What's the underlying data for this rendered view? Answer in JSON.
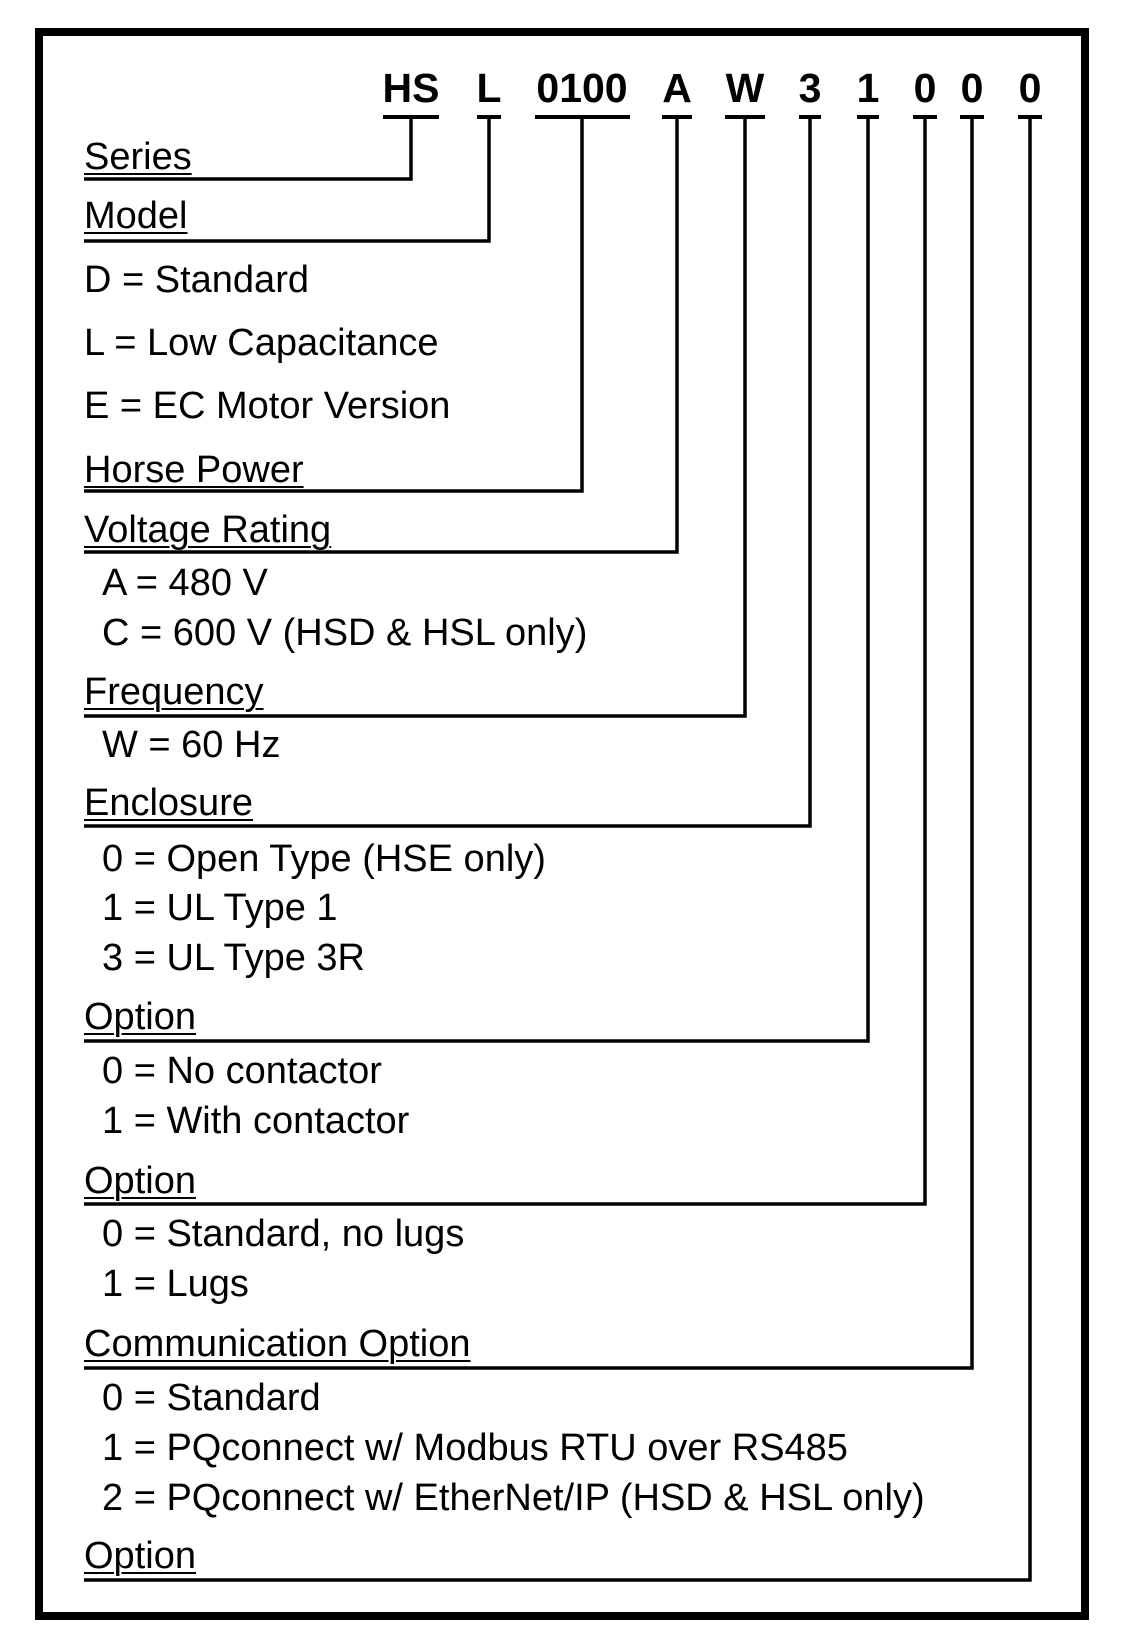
{
  "code": [
    "HS",
    "L",
    "0100",
    "A",
    "W",
    "3",
    "1",
    "0",
    "0",
    "0"
  ],
  "fields": [
    {
      "heading": "Series",
      "options": []
    },
    {
      "heading": "Model",
      "options": [
        "D = Standard",
        "L = Low Capacitance",
        "E = EC Motor Version"
      ]
    },
    {
      "heading": "Horse Power",
      "options": []
    },
    {
      "heading": "Voltage Rating",
      "options": [
        "A = 480 V",
        "C = 600 V (HSD & HSL only)"
      ]
    },
    {
      "heading": "Frequency",
      "options": [
        "W = 60 Hz"
      ]
    },
    {
      "heading": "Enclosure",
      "options": [
        "0 = Open Type (HSE only)",
        "1 = UL Type 1",
        "3 = UL Type 3R"
      ]
    },
    {
      "heading": "Option",
      "options": [
        "0 = No contactor",
        "1 = With contactor"
      ]
    },
    {
      "heading": "Option",
      "options": [
        "0 = Standard, no lugs",
        "1 = Lugs"
      ]
    },
    {
      "heading": "Communication Option",
      "options": [
        "0 = Standard",
        "1 = PQconnect w/ Modbus RTU over RS485",
        "2 = PQconnect w/ EtherNet/IP (HSD & HSL only)"
      ]
    },
    {
      "heading": "Option",
      "options": []
    }
  ],
  "colors": {
    "line": "#000000",
    "background": "#ffffff"
  }
}
